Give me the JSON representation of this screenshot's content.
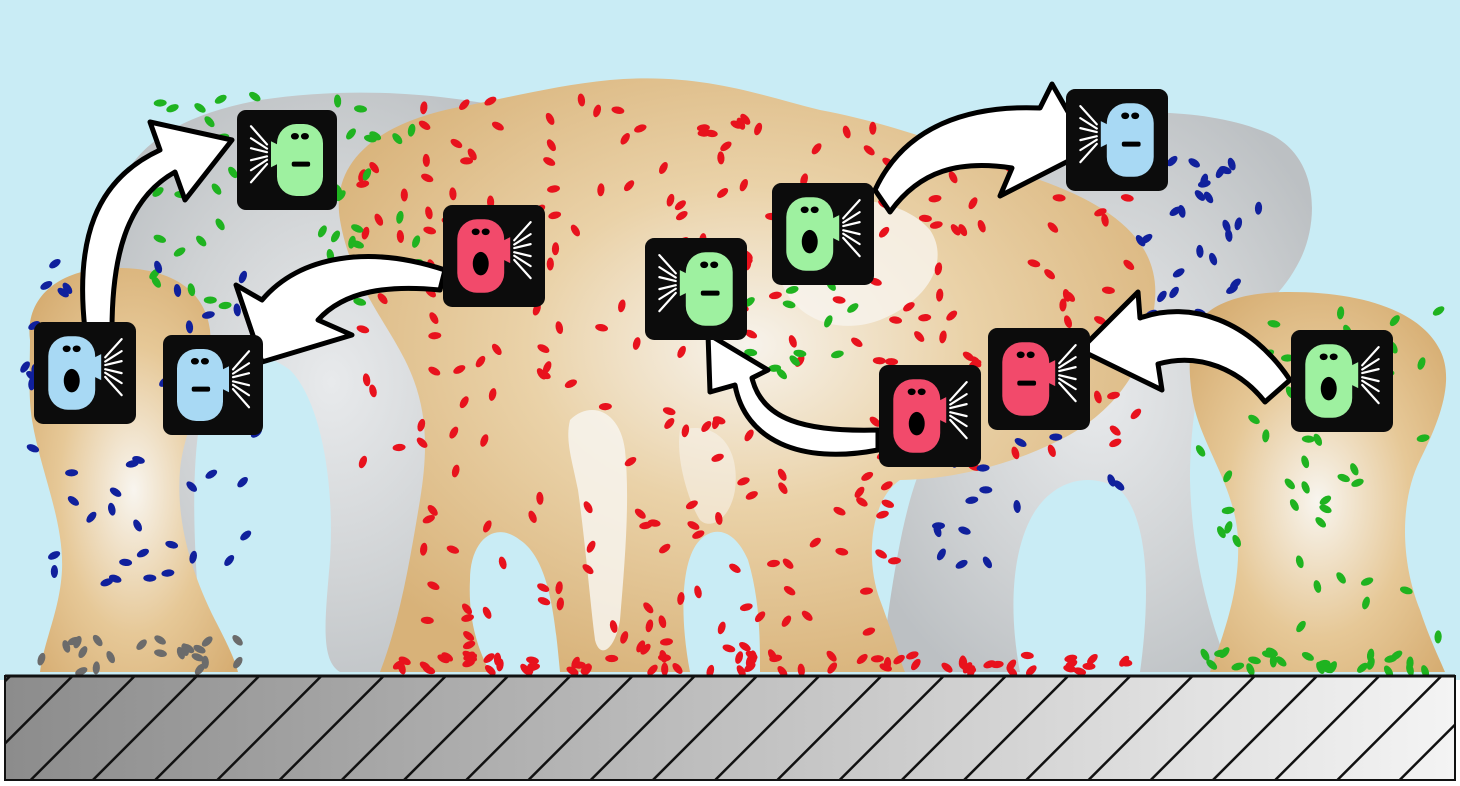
{
  "palette": {
    "sky": "#c9ecf5",
    "biofilm_tan": "#dcb67e",
    "biofilm_highlight": "#f6f2ea",
    "biofilm_gray": "#c8cacd",
    "red_cells": "#e8121d",
    "green_cells": "#1fb320",
    "blue_cells": "#10209c",
    "gray_cells": "#6b6b6b",
    "signal_green": "#9ef1a0",
    "signal_red": "#f24a6b",
    "signal_blue": "#a8d9f4",
    "icon_frame": "#0c0c0c",
    "arrow_fill": "#ffffff",
    "substrate_light": "#f2f2f2",
    "substrate_dark": "#8a8a8a"
  },
  "icons": {
    "speaker": "speaker-cell-icon",
    "listener": "listener-cell-icon",
    "arrow": "curved-arrow-icon"
  },
  "signal_cells": [
    {
      "id": "green-listener-top-left",
      "color": "signal_green",
      "role": "listening"
    },
    {
      "id": "blue-speaker-left",
      "color": "signal_blue",
      "role": "speaking"
    },
    {
      "id": "blue-listener-left",
      "color": "signal_blue",
      "role": "listening"
    },
    {
      "id": "red-speaker-center-left",
      "color": "signal_red",
      "role": "speaking"
    },
    {
      "id": "green-listener-center",
      "color": "signal_green",
      "role": "listening"
    },
    {
      "id": "green-speaker-center-right",
      "color": "signal_green",
      "role": "speaking"
    },
    {
      "id": "blue-listener-top-right",
      "color": "signal_blue",
      "role": "listening"
    },
    {
      "id": "red-speaker-lower-right",
      "color": "signal_red",
      "role": "speaking"
    },
    {
      "id": "red-listener-right",
      "color": "signal_red",
      "role": "listening"
    },
    {
      "id": "green-speaker-far-right",
      "color": "signal_green",
      "role": "speaking"
    }
  ]
}
